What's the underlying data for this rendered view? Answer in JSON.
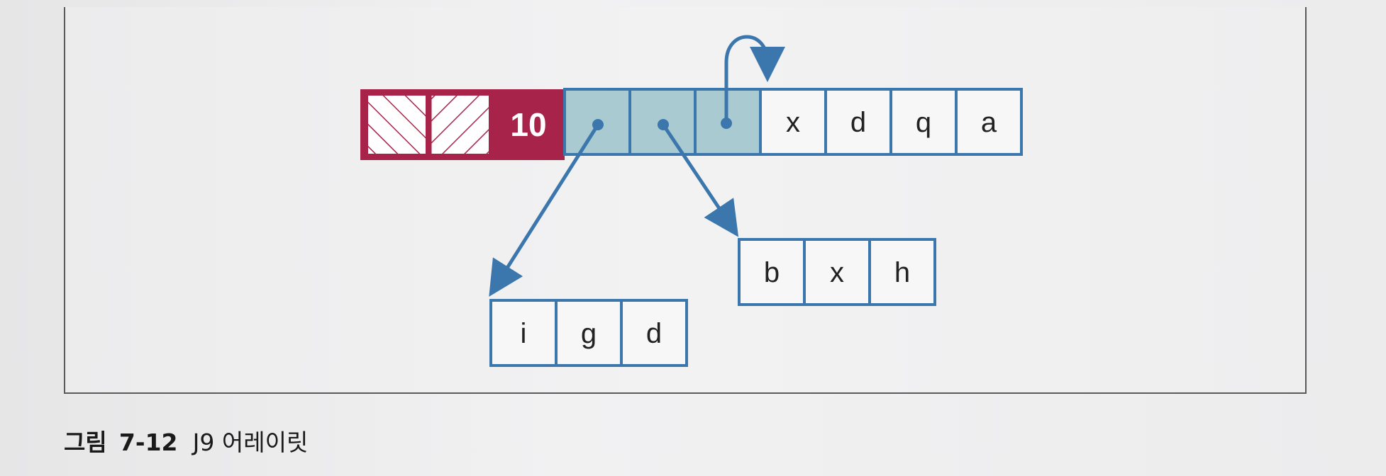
{
  "diagram": {
    "header_length": "10",
    "top_array": {
      "pointer_cells": 3,
      "values": [
        "x",
        "d",
        "q",
        "a"
      ]
    },
    "child_array_1": [
      "i",
      "g",
      "d"
    ],
    "child_array_2": [
      "b",
      "x",
      "h"
    ],
    "colors": {
      "header": "#a8234a",
      "pointer_cell": "#a9cad0",
      "cell_border": "#3b76ad",
      "arrow": "#3b76ad",
      "value_cell": "#f7f7f8"
    }
  },
  "caption": {
    "label": "그림",
    "number": "7-12",
    "title": "J9 어레이릿"
  }
}
